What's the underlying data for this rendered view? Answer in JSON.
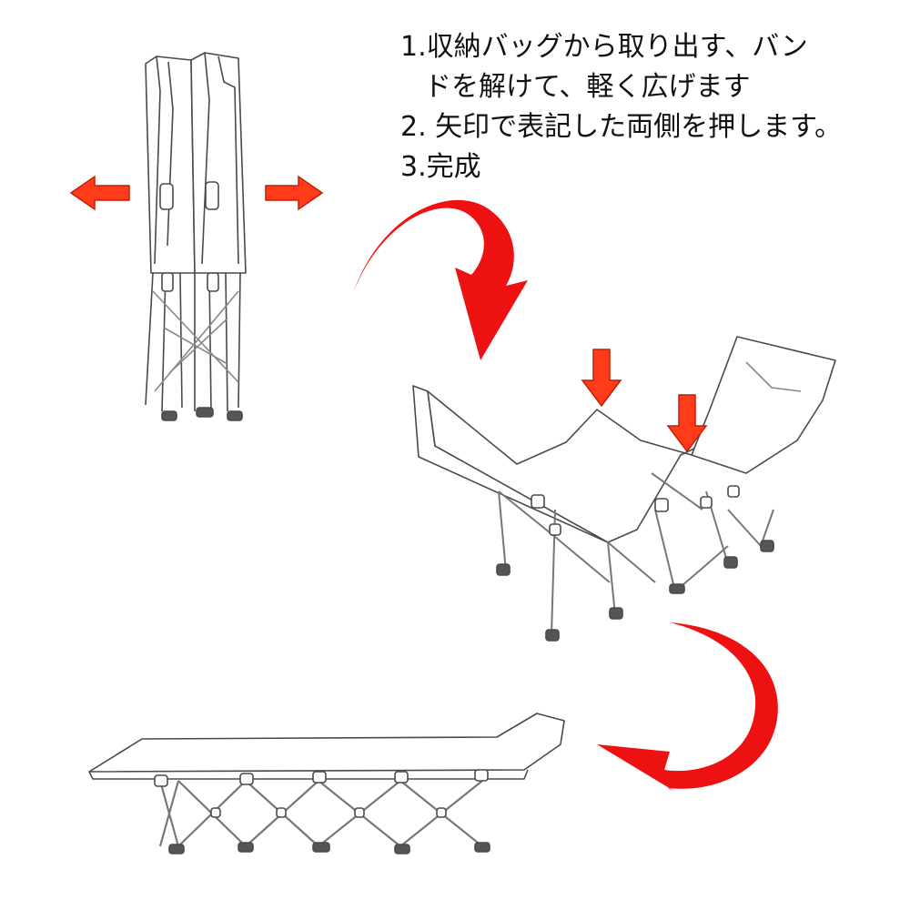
{
  "steps": {
    "step1_line1": "1.収納バッグから取り出す、バン",
    "step1_line2": "ドを解けて、軽く広げます",
    "step2": "2. 矢印で表記した両側を押します。",
    "step3": "3.完成"
  },
  "colors": {
    "arrow_red": "#ee1111",
    "arrow_orange": "#ff3b1a",
    "line": "#4a4a4a",
    "frame": "#777777",
    "fabric": "#ffffff"
  },
  "icons": {
    "pull_arrows": "arrow-left-right-icon",
    "push_arrows": "arrow-down-icon",
    "flow_arrows": "curved-arrow-icon"
  }
}
